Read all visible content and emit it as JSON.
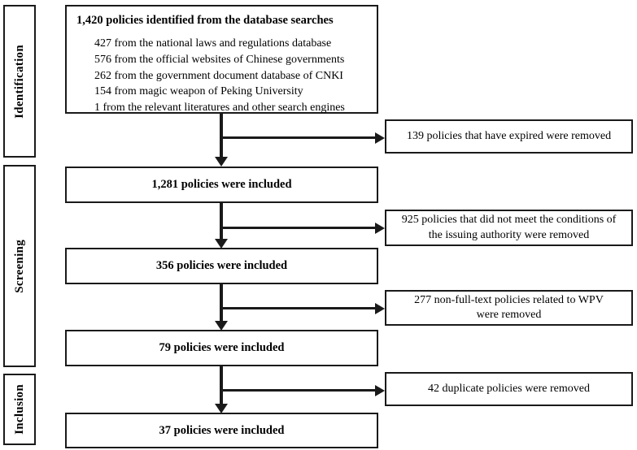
{
  "diagram": {
    "title": "PRISMA policy selection flow diagram",
    "type": "flowchart",
    "line_color": "#1a1a1a",
    "background_color": "#ffffff"
  },
  "stages": [
    {
      "label": "Identification"
    },
    {
      "label": "Screening"
    },
    {
      "label": "Inclusion"
    }
  ],
  "identification": {
    "heading": "1,420 policies identified from the database searches",
    "sources": [
      "427 from the national laws and regulations database",
      "576 from the official websites of Chinese governments",
      "262 from the government document database of CNKI",
      "154 from magic weapon of Peking University",
      "1 from the relevant literatures and other search engines"
    ]
  },
  "included_boxes": [
    {
      "label": "1,281 policies were included"
    },
    {
      "label": "356 policies were included"
    },
    {
      "label": "79 policies were included"
    },
    {
      "label": "37 policies were included"
    }
  ],
  "excluded_boxes": [
    {
      "lines": [
        "139 policies that have expired were removed"
      ]
    },
    {
      "lines": [
        "925 policies that did not meet the conditions of",
        "the issuing authority were removed"
      ]
    },
    {
      "lines": [
        "277 non-full-text policies related to WPV",
        "were removed"
      ]
    },
    {
      "lines": [
        "42 duplicate policies were removed"
      ]
    }
  ]
}
